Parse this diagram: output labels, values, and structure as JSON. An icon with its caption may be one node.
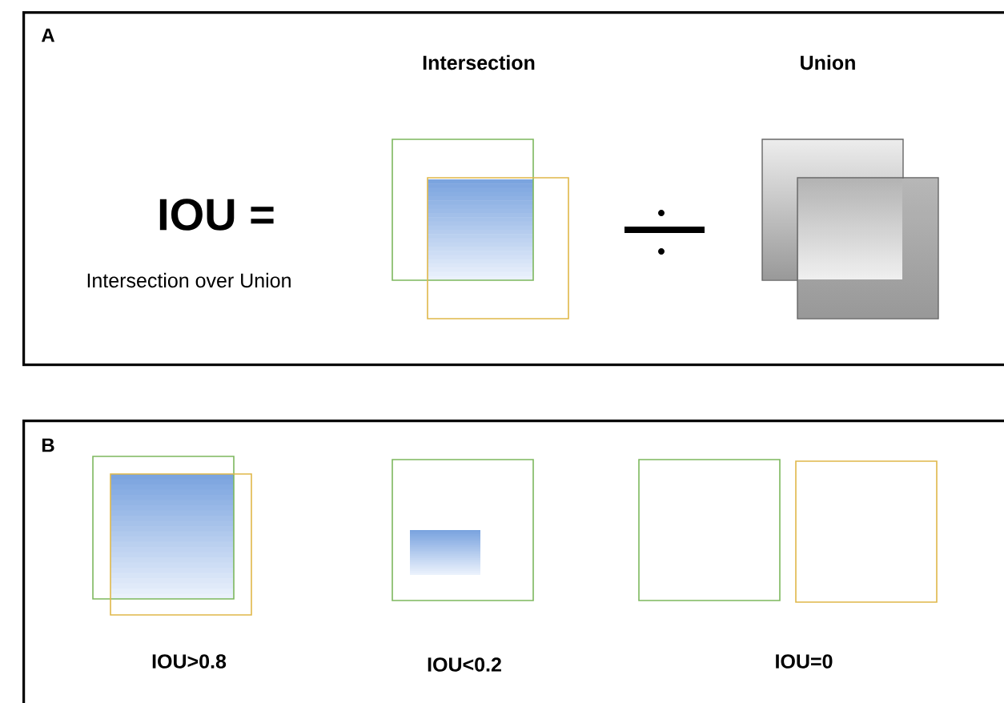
{
  "diagram": {
    "nodes": [
      {
        "text": [
          "A"
        ]
      },
      {
        "text": [
          "B"
        ]
      }
    ],
    "labels": [
      "Intersection",
      "Union",
      "IOU =",
      "Intersection over Union",
      "IOU>0.8",
      "IOU<0.2",
      "IOU=0"
    ]
  }
}
